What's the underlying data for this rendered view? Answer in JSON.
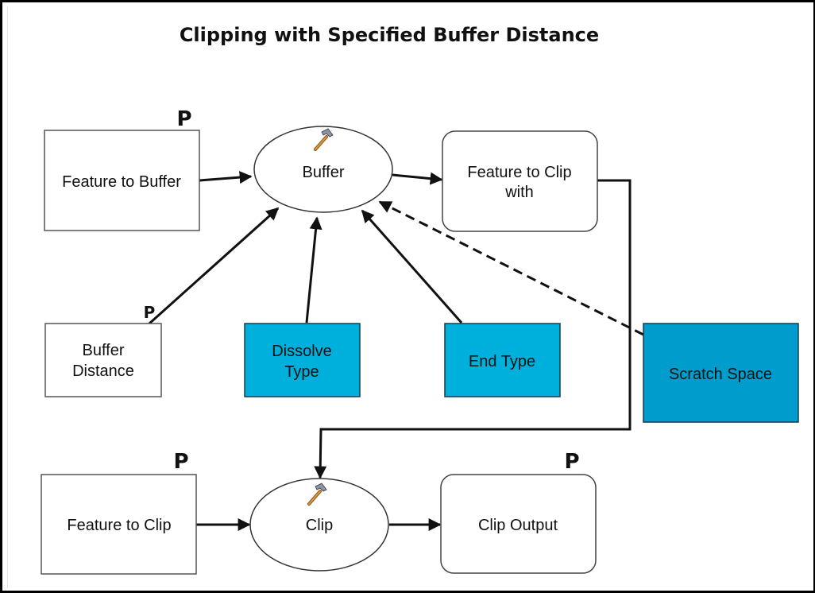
{
  "title": "Clipping with Specified Buffer Distance",
  "colors": {
    "value_fill": "#00b0dc",
    "scratch_fill": "#009ccc",
    "stroke": "#111111"
  },
  "nodes": {
    "feature_to_buffer": {
      "lines": [
        "Feature to Buffer"
      ],
      "parameter_mark": "P"
    },
    "buffer_tool": {
      "lines": [
        "Buffer"
      ],
      "icon": "hammer-icon"
    },
    "feature_to_clip_with": {
      "lines": [
        "Feature to Clip",
        "with"
      ]
    },
    "buffer_distance": {
      "lines": [
        "Buffer",
        "Distance"
      ],
      "parameter_mark": "P"
    },
    "dissolve_type": {
      "lines": [
        "Dissolve",
        "Type"
      ]
    },
    "end_type": {
      "lines": [
        "End Type"
      ]
    },
    "scratch_space": {
      "lines": [
        "Scratch Space"
      ]
    },
    "feature_to_clip": {
      "lines": [
        "Feature to Clip"
      ],
      "parameter_mark": "P"
    },
    "clip_tool": {
      "lines": [
        "Clip"
      ],
      "icon": "hammer-icon"
    },
    "clip_output": {
      "lines": [
        "Clip Output"
      ],
      "parameter_mark": "P"
    }
  },
  "edges": [
    {
      "from": "Feature to Buffer",
      "to": "Buffer",
      "style": "solid"
    },
    {
      "from": "Buffer",
      "to": "Feature to Clip with",
      "style": "solid"
    },
    {
      "from": "Buffer Distance",
      "to": "Buffer",
      "style": "solid"
    },
    {
      "from": "Dissolve Type",
      "to": "Buffer",
      "style": "solid"
    },
    {
      "from": "End Type",
      "to": "Buffer",
      "style": "solid"
    },
    {
      "from": "Scratch Space",
      "to": "Buffer",
      "style": "dashed"
    },
    {
      "from": "Feature to Clip with",
      "to": "Clip",
      "style": "solid"
    },
    {
      "from": "Feature to Clip",
      "to": "Clip",
      "style": "solid"
    },
    {
      "from": "Clip",
      "to": "Clip Output",
      "style": "solid"
    }
  ]
}
